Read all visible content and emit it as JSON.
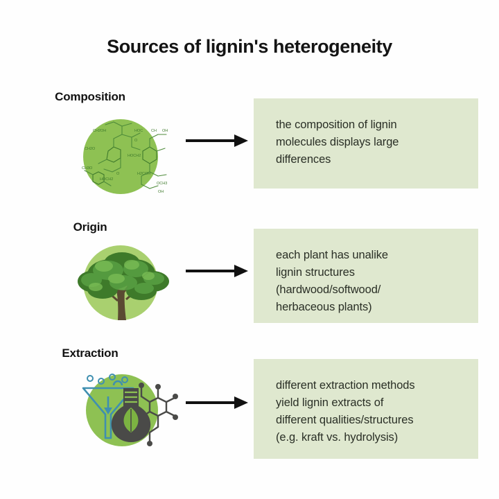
{
  "title": "Sources of lignin's heterogeneity",
  "colors": {
    "background": "#fefefe",
    "card_bg": "#dfe8cf",
    "circle_green": "#8ec153",
    "circle_green_light": "#a9d06f",
    "title_text": "#141414",
    "body_text": "#2a2f26",
    "arrow": "#111111",
    "molecule_green": "#4e8b3a",
    "funnel_blue": "#3f8fb0",
    "flask_gray": "#4a4a48",
    "leaf_green": "#7cb342",
    "tree_green": "#3e7a2a"
  },
  "rows": [
    {
      "label": "Composition",
      "icon_name": "lignin-molecule-icon",
      "arrow_name": "arrow-right-composition",
      "text": "the composition of lignin\nmolecules displays large\ndifferences"
    },
    {
      "label": "Origin",
      "icon_name": "tree-icon",
      "arrow_name": "arrow-right-origin",
      "text": "each plant has unalike\nlignin structures\n(hardwood/softwood/\nherbaceous plants)"
    },
    {
      "label": "Extraction",
      "icon_name": "extraction-funnel-flask-icon",
      "arrow_name": "arrow-right-extraction",
      "text": "different extraction methods\nyield lignin extracts of\ndifferent qualities/structures\n(e.g. kraft vs. hydrolysis)"
    }
  ]
}
